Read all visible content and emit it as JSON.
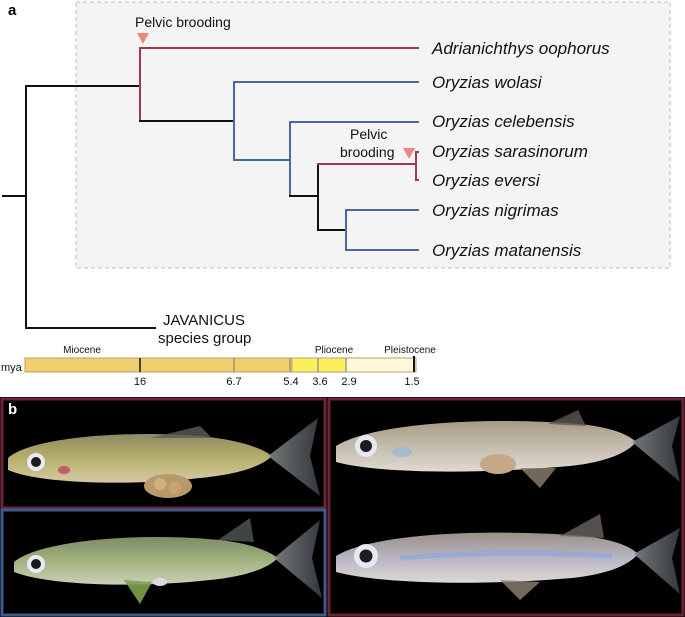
{
  "panel_a": {
    "letter": "a",
    "species": [
      "Adrianichthys oophorus",
      "Oryzias wolasi",
      "Oryzias celebensis",
      "Oryzias sarasinorum",
      "Oryzias eversi",
      "Oryzias nigrimas",
      "Oryzias  matanensis"
    ],
    "outgroup_line1": "JAVANICUS",
    "outgroup_line2": "species group",
    "pelvic_label_1": "Pelvic brooding",
    "pelvic_label_2_line1": "Pelvic",
    "pelvic_label_2_line2": "brooding",
    "timescale": {
      "unit": "mya",
      "epochs": [
        "Miocene",
        "Pliocene",
        "Pleistocene"
      ],
      "ticks": [
        "16",
        "6.7",
        "5.4",
        "3.6",
        "2.9",
        "1.5"
      ]
    }
  },
  "panel_b": {
    "letter": "b"
  },
  "colors": {
    "pelvic_branch": "#a0394f",
    "transfer_branch": "#4a6a9c",
    "stem_branch": "#111111",
    "marker": "#e88a7e",
    "pelvic_frame": "#6b2436",
    "transfer_frame": "#3d5a8a",
    "panel_b_bg": "#000000",
    "box_bg": "#f4f4f4"
  }
}
